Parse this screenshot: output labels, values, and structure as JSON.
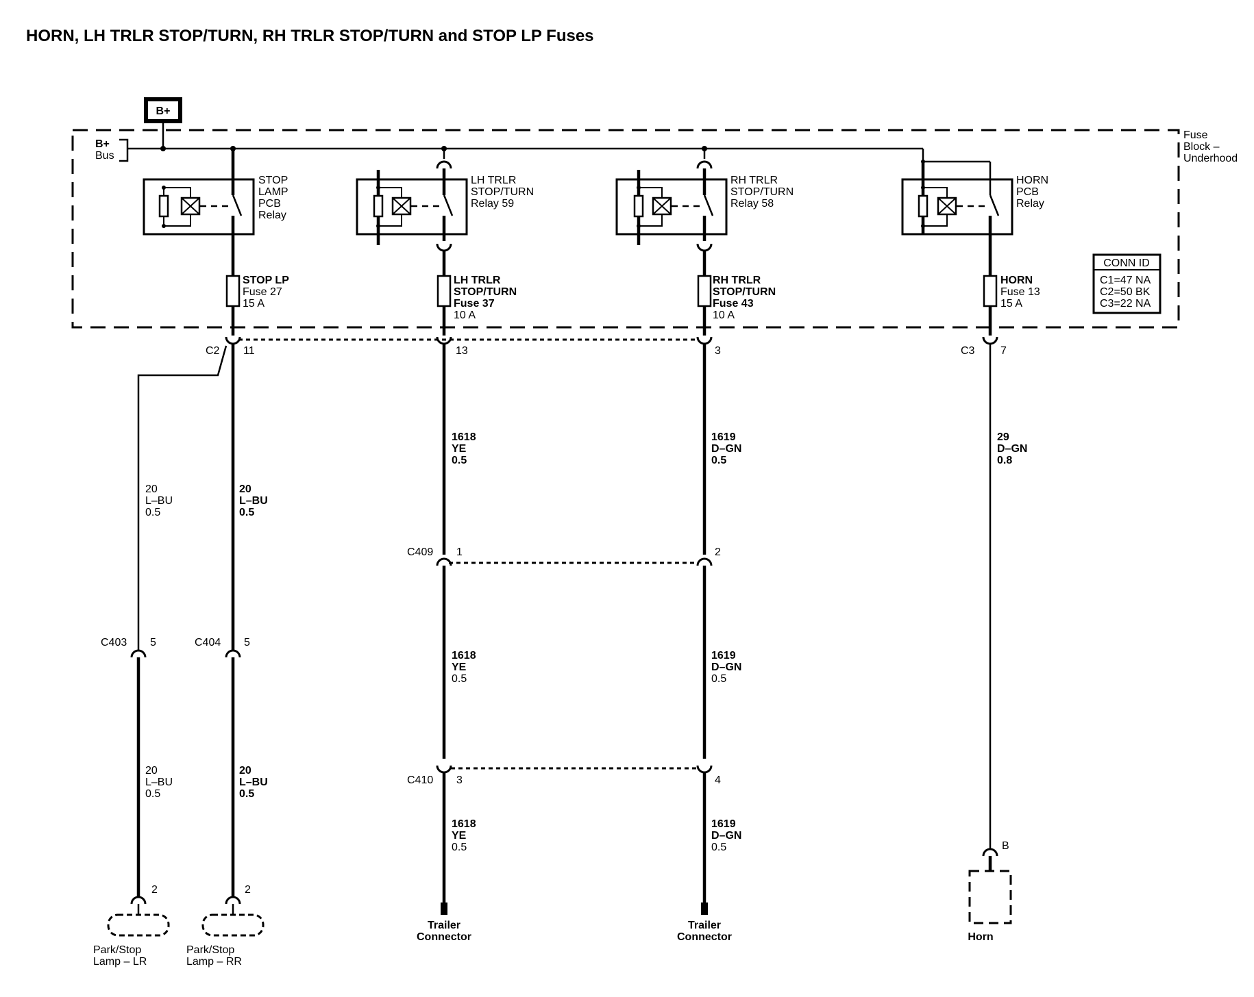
{
  "title": "HORN, LH TRLR STOP/TURN, RH TRLR STOP/TURN and STOP LP Fuses",
  "power": {
    "label": "B+",
    "bus_line1": "B+",
    "bus_line2": "Bus"
  },
  "fuse_block": {
    "line1": "Fuse",
    "line2": "Block –",
    "line3": "Underhood"
  },
  "conn_id": {
    "header": "CONN ID",
    "rows": [
      "C1=47 NA",
      "C2=50 BK",
      "C3=22 NA"
    ]
  },
  "relays": [
    {
      "id": "stop",
      "lines": [
        "STOP",
        "LAMP",
        "PCB",
        "Relay"
      ]
    },
    {
      "id": "lh",
      "lines": [
        "LH TRLR",
        "STOP/TURN",
        "Relay 59"
      ]
    },
    {
      "id": "rh",
      "lines": [
        "RH TRLR",
        "STOP/TURN",
        "Relay 58"
      ]
    },
    {
      "id": "horn",
      "lines": [
        "HORN",
        "PCB",
        "Relay"
      ]
    }
  ],
  "fuses": [
    {
      "id": "stop",
      "lines": [
        "STOP LP",
        "Fuse 27",
        "15 A"
      ]
    },
    {
      "id": "lh",
      "lines": [
        "LH TRLR",
        "STOP/TURN",
        "Fuse 37",
        "10 A"
      ]
    },
    {
      "id": "rh",
      "lines": [
        "RH TRLR",
        "STOP/TURN",
        "Fuse 43",
        "10 A"
      ]
    },
    {
      "id": "horn",
      "lines": [
        "HORN",
        "Fuse 13",
        "15 A"
      ]
    }
  ],
  "connectors": {
    "c2": {
      "name": "C2",
      "pin": "11"
    },
    "c2_lh_pin": "13",
    "c2_rh_pin": "3",
    "c3": {
      "name": "C3",
      "pin": "7"
    },
    "c409": {
      "name": "C409",
      "pin_lh": "1",
      "pin_rh": "2"
    },
    "c410": {
      "name": "C410",
      "pin_lh": "3",
      "pin_rh": "4"
    },
    "c403": {
      "name": "C403",
      "pin": "5"
    },
    "c404": {
      "name": "C404",
      "pin": "5"
    },
    "lamp_lr_pin": "2",
    "lamp_rr_pin": "2",
    "horn_pin": "B"
  },
  "wires": {
    "lbu_lr_upper": [
      "20",
      "L–BU",
      "0.5"
    ],
    "lbu_rr_upper": [
      "20",
      "L–BU",
      "0.5"
    ],
    "lbu_lr_lower": [
      "20",
      "L–BU",
      "0.5"
    ],
    "lbu_rr_lower": [
      "20",
      "L–BU",
      "0.5"
    ],
    "ye_1": [
      "1618",
      "YE",
      "0.5"
    ],
    "ye_2": [
      "1618",
      "YE",
      "0.5"
    ],
    "ye_3": [
      "1618",
      "YE",
      "0.5"
    ],
    "dgn_1": [
      "1619",
      "D–GN",
      "0.5"
    ],
    "dgn_2": [
      "1619",
      "D–GN",
      "0.5"
    ],
    "dgn_3": [
      "1619",
      "D–GN",
      "0.5"
    ],
    "horn": [
      "29",
      "D–GN",
      "0.8"
    ]
  },
  "components": {
    "lamp_lr": [
      "Park/Stop",
      "Lamp – LR"
    ],
    "lamp_rr": [
      "Park/Stop",
      "Lamp – RR"
    ],
    "trailer_lh": [
      "Trailer",
      "Connector"
    ],
    "trailer_rh": [
      "Trailer",
      "Connector"
    ],
    "horn": [
      "Horn"
    ]
  }
}
